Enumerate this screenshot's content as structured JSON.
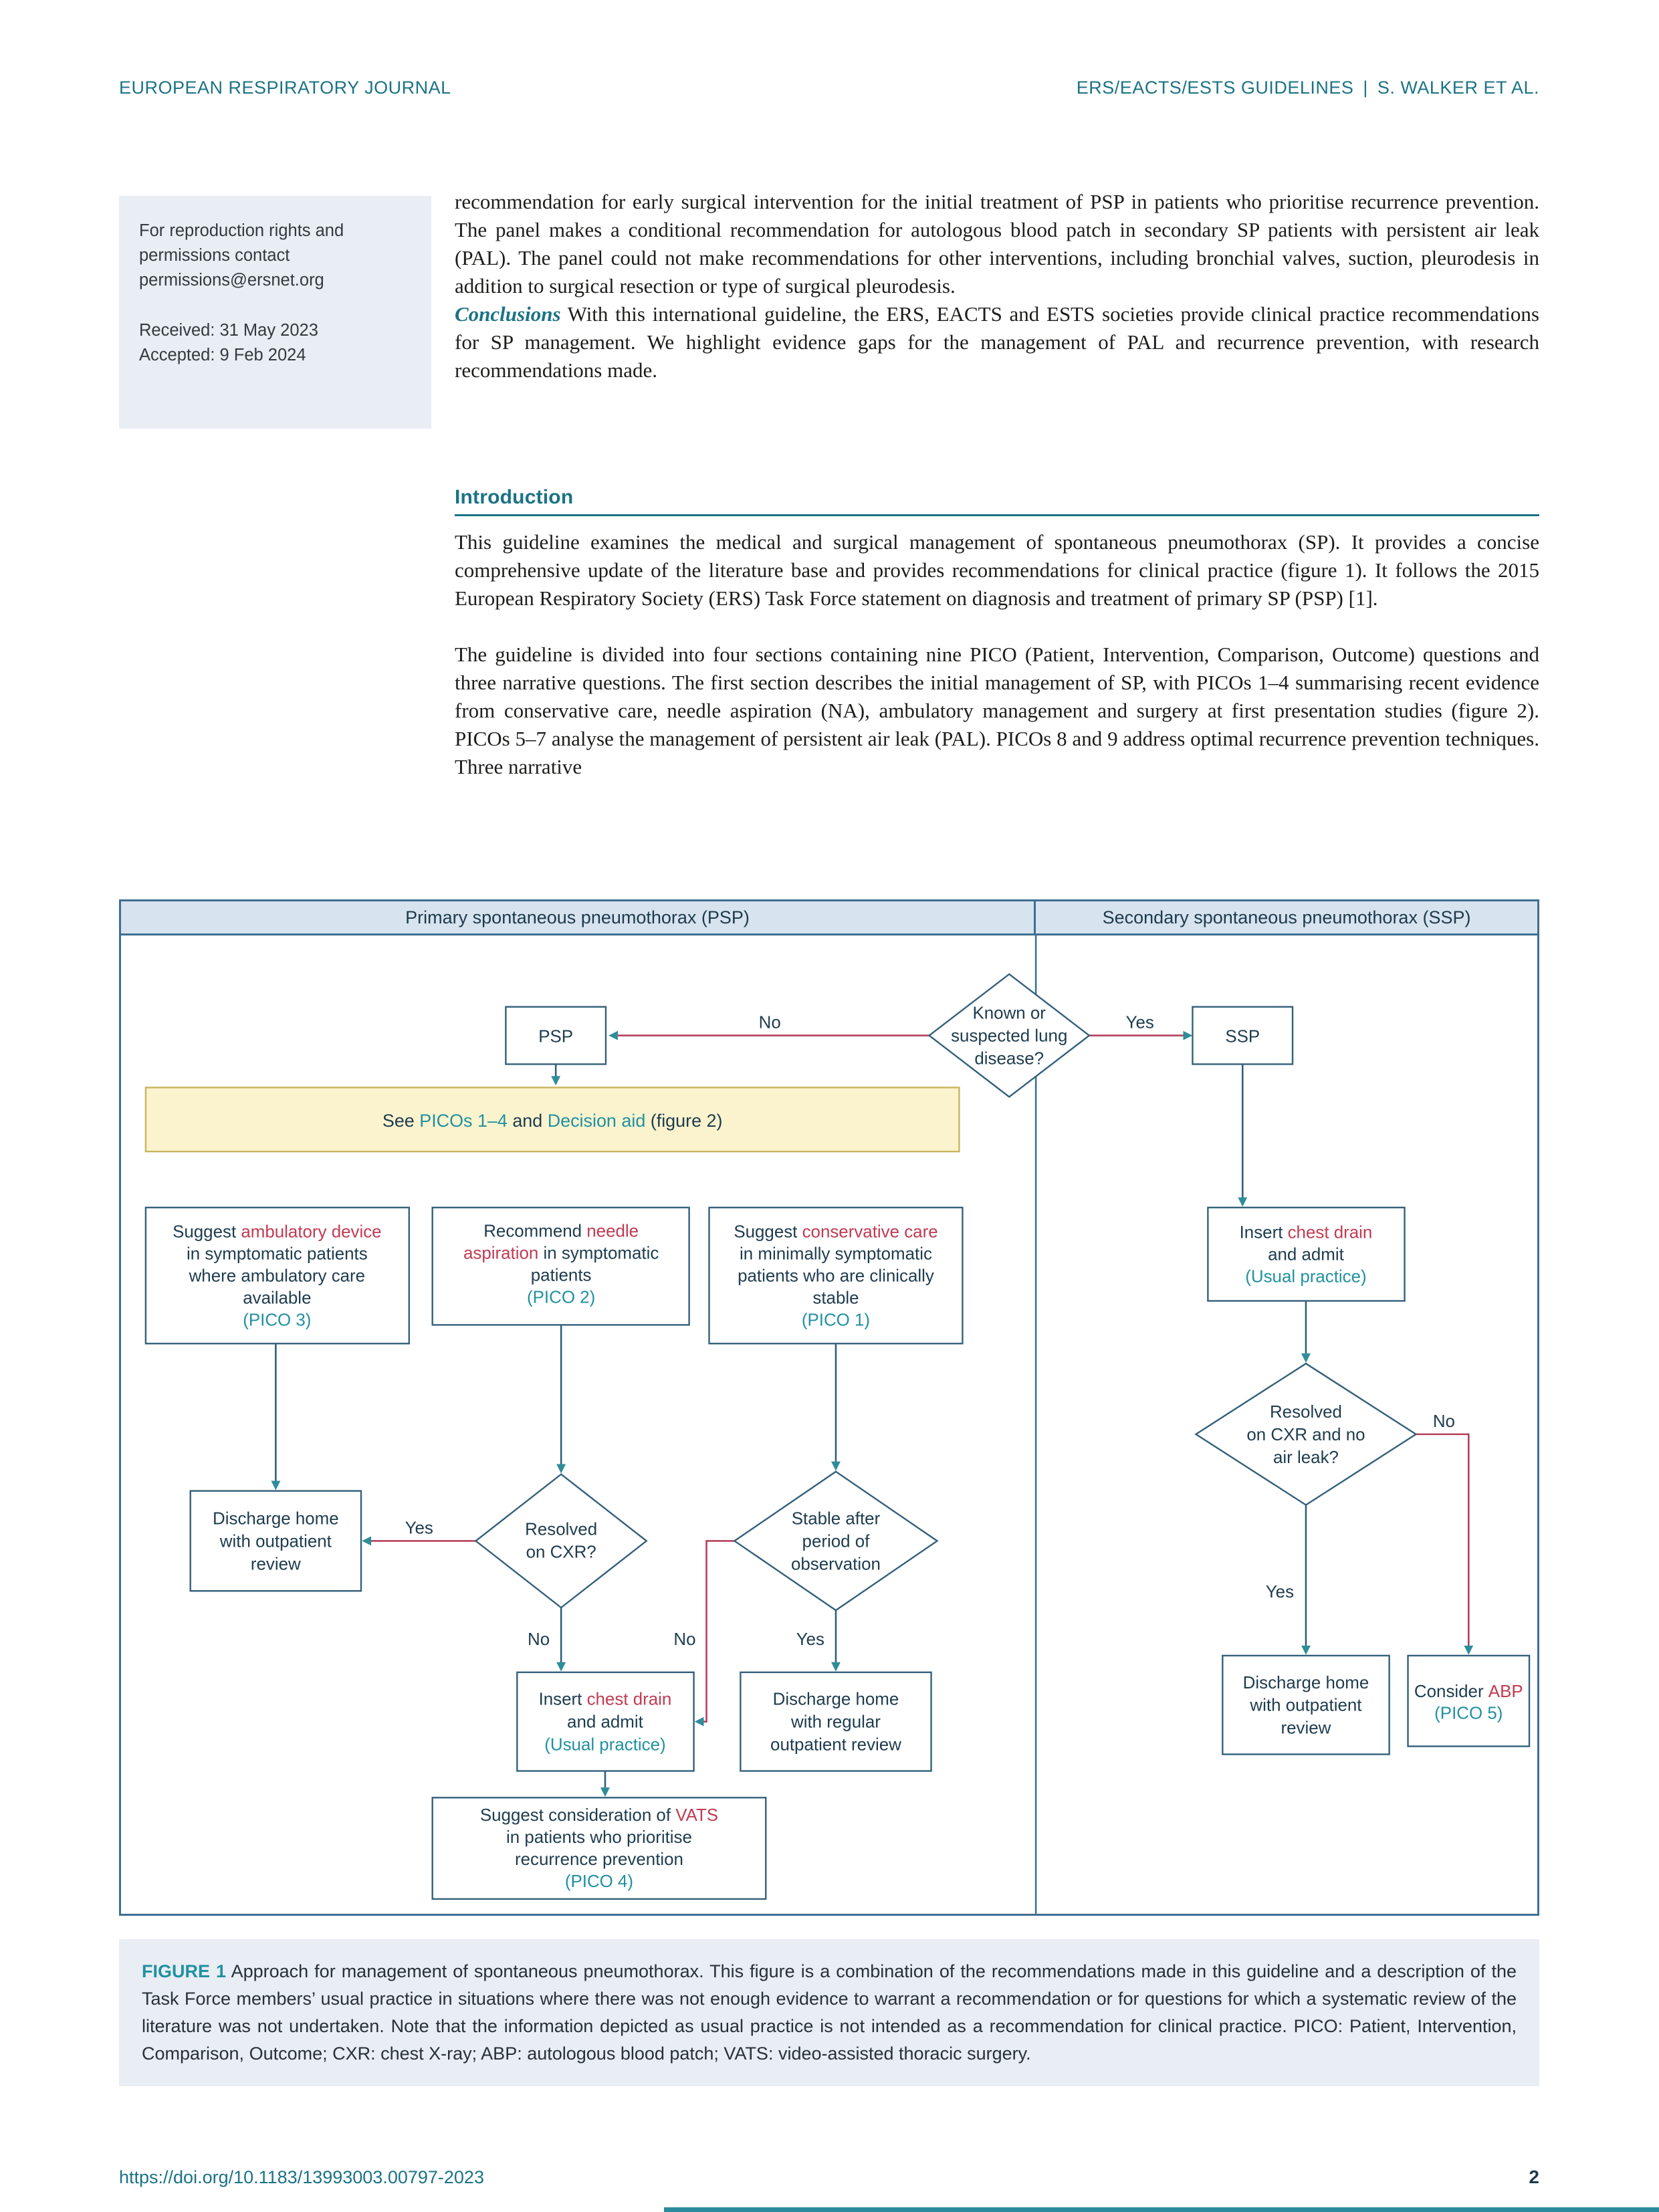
{
  "page": {
    "header": {
      "journal": "EUROPEAN RESPIRATORY JOURNAL",
      "section": "ERS/EACTS/ESTS GUIDELINES",
      "divider": "|",
      "authors": "S. WALKER ET AL."
    },
    "footer": {
      "doi": "https://doi.org/10.1183/13993003.00797-2023",
      "page_number": "2"
    }
  },
  "sidebar": {
    "reproduction_notice": "For reproduction rights and permissions contact permissions@ersnet.org",
    "received": "Received: 31 May 2023",
    "accepted": "Accepted: 9 Feb 2024"
  },
  "abstract": {
    "continuation": "recommendation for early surgical intervention for the initial treatment of PSP in patients who prioritise recurrence prevention. The panel makes a conditional recommendation for autologous blood patch in secondary SP patients with persistent air leak (PAL). The panel could not make recommendations for other interventions, including bronchial valves, suction, pleurodesis in addition to surgical resection or type of surgical pleurodesis.",
    "conclusions_label": "Conclusions",
    "conclusions_text": "With this international guideline, the ERS, EACTS and ESTS societies provide clinical practice recommendations for SP management. We highlight evidence gaps for the management of PAL and recurrence prevention, with research recommendations made."
  },
  "introduction": {
    "heading": "Introduction",
    "p1": "This guideline examines the medical and surgical management of spontaneous pneumothorax (SP). It provides a concise comprehensive update of the literature base and provides recommendations for clinical practice (figure 1). It follows the 2015 European Respiratory Society (ERS) Task Force statement on diagnosis and treatment of primary SP (PSP) [1].",
    "p2": "The guideline is divided into four sections containing nine PICO (Patient, Intervention, Comparison, Outcome) questions and three narrative questions. The first section describes the initial management of SP, with PICOs 1–4 summarising recent evidence from conservative care, needle aspiration (NA), ambulatory management and surgery at first presentation studies (figure 2). PICOs 5–7 analyse the management of persistent air leak (PAL). PICOs 8 and 9 address optimal recurrence prevention techniques. Three narrative"
  },
  "figure1": {
    "psp_header": "Primary spontaneous pneumothorax (PSP)",
    "ssp_header": "Secondary spontaneous pneumothorax (SSP)",
    "labels": {
      "yes": "Yes",
      "no": "No"
    },
    "nodes": {
      "d1": {
        "l1": "Known or",
        "l2": "suspected lung",
        "l3": "disease?"
      },
      "psp": "PSP",
      "ssp": "SSP",
      "see": {
        "s1": "See ",
        "s2": "PICOs 1–4",
        "s3": " and ",
        "s4": "Decision aid",
        "s5": " (figure 2)"
      },
      "ambulatory": {
        "l1a": "Suggest ",
        "l1b": "ambulatory device",
        "l2": "in symptomatic patients",
        "l3": "where ambulatory care",
        "l4": "available",
        "pico": "(PICO 3)"
      },
      "needle": {
        "l1a": "Recommend ",
        "l1b": "needle",
        "l2a": "aspiration",
        "l2b": " in symptomatic",
        "l3": "patients",
        "pico": "(PICO 2)"
      },
      "conservative": {
        "l1a": "Suggest ",
        "l1b": "conservative care",
        "l2": "in minimally symptomatic",
        "l3": "patients who are clinically",
        "l4": "stable",
        "pico": "(PICO 1)"
      },
      "ssp_drain": {
        "l1a": "Insert ",
        "l1b": "chest drain",
        "l2": "and admit",
        "l3": "(Usual practice)"
      },
      "d4": {
        "l1": "Resolved",
        "l2": "on CXR and no",
        "l3": "air leak?"
      },
      "abp": {
        "l1a": "Consider ",
        "l1b": "ABP",
        "l2": "(PICO 5)"
      },
      "ssp_discharge": {
        "l1": "Discharge home",
        "l2": "with outpatient",
        "l3": "review"
      },
      "psp_discharge": {
        "l1": "Discharge home",
        "l2": "with outpatient",
        "l3": "review"
      },
      "d2": {
        "l1": "Resolved",
        "l2": "on CXR?"
      },
      "d3": {
        "l1": "Stable after",
        "l2": "period of",
        "l3": "observation"
      },
      "psp_drain": {
        "l1a": "Insert ",
        "l1b": "chest drain",
        "l2": "and admit",
        "l3": "(Usual practice)"
      },
      "discharge_regular": {
        "l1": "Discharge home",
        "l2": "with regular",
        "l3": "outpatient review"
      },
      "vats": {
        "l1a": "Suggest consideration of ",
        "l1b": "VATS",
        "l2": "in patients who prioritise",
        "l3": "recurrence prevention",
        "pico": "(PICO 4)"
      }
    },
    "caption": {
      "label": "FIGURE 1",
      "text": "Approach for management of spontaneous pneumothorax. This figure is a combination of the recommendations made in this guideline and a description of the Task Force members’ usual practice in situations where there was not enough evidence to warrant a recommendation or for questions for which a systematic review of the literature was not undertaken. Note that the information depicted as usual practice is not intended as a recommendation for clinical practice. PICO: Patient, Intervention, Comparison, Outcome; CXR: chest X-ray; ABP: autologous blood patch; VATS: video-assisted thoracic surgery."
    }
  },
  "colors": {
    "teal_heading": "#1b7385",
    "teal_link": "#2191a1",
    "crimson_highlight": "#c13b52",
    "figure_border": "#3f6f92",
    "yellow_note": "#fbf3cd"
  }
}
